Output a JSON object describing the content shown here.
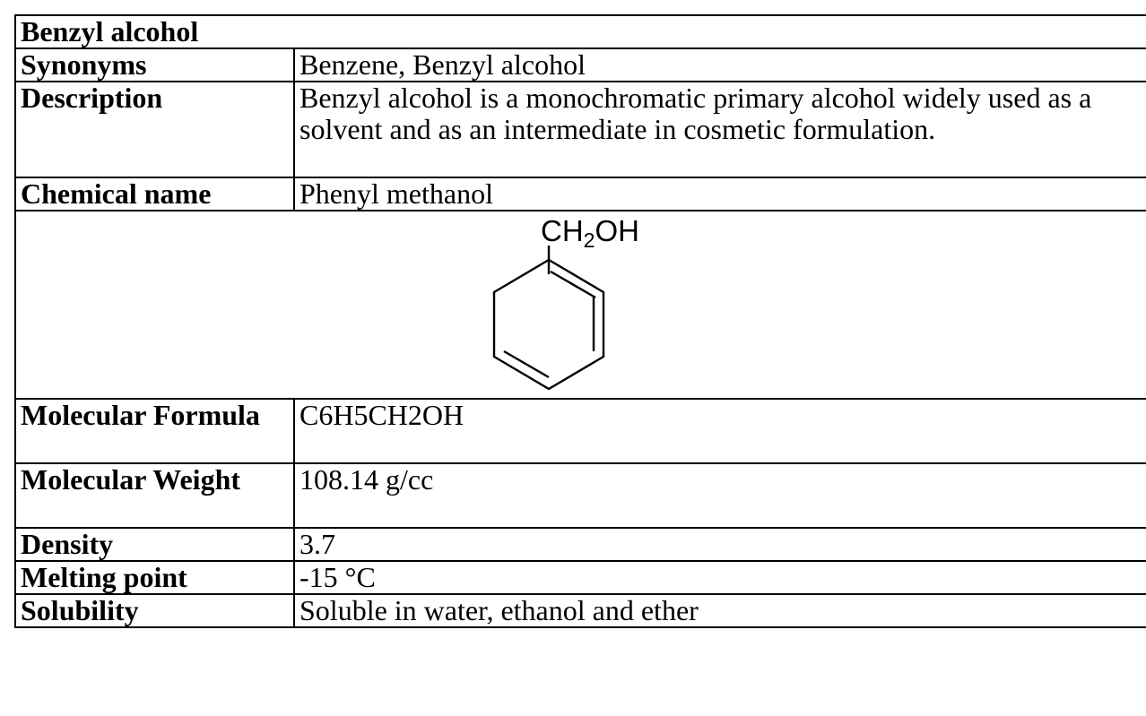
{
  "title": "Benzyl alcohol",
  "rows": [
    {
      "label": "Synonyms",
      "value": "Benzene, Benzyl alcohol"
    },
    {
      "label": "Description",
      "value": "Benzyl alcohol is a monochromatic primary alcohol widely used as a solvent and as an intermediate in cosmetic formulation."
    },
    {
      "label": "Chemical name",
      "value": "Phenyl methanol"
    }
  ],
  "structure": {
    "substituent_main": "CH",
    "substituent_sub": "2",
    "substituent_tail": "OH"
  },
  "rows2": [
    {
      "label": "Molecular Formula",
      "value": "C6H5CH2OH"
    },
    {
      "label": "Molecular Weight",
      "value": "108.14 g/cc"
    },
    {
      "label": "Density",
      "value": "3.7"
    },
    {
      "label": "Melting point",
      "value": "-15 °C"
    },
    {
      "label": "Solubility",
      "value": "Soluble in water, ethanol and ether"
    }
  ]
}
